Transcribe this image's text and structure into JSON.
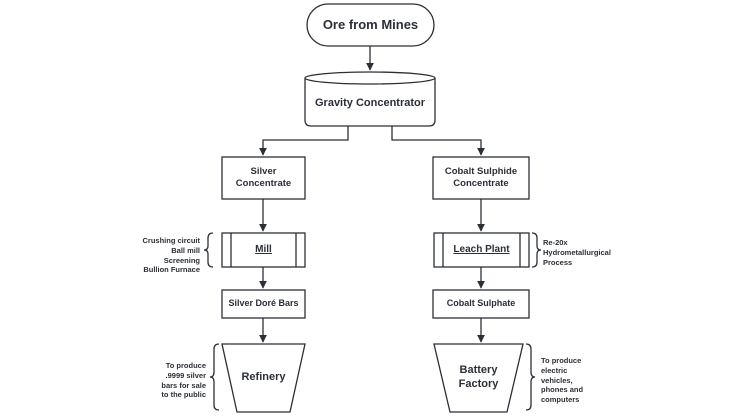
{
  "diagram": {
    "nodes": {
      "ore": "Ore from Mines",
      "gravity": "Gravity Concentrator",
      "silver_conc": "Silver\nConcentrate",
      "cobalt_conc": "Cobalt Sulphide\nConcentrate",
      "mill": "Mill",
      "leach": "Leach Plant",
      "silver_bars": "Silver Doré Bars",
      "cobalt_sulphate": "Cobalt Sulphate",
      "refinery": "Refinery",
      "battery": "Battery\nFactory"
    },
    "notes": {
      "mill_steps": "Crushing circuit\nBall mill\nScreening\nBullion Furnace",
      "leach_process": "Re-20x\nHydrometallurgical\nProcess",
      "refinery_purpose": "To produce\n.9999 silver\nbars for sale\nto the public",
      "battery_purpose": "To produce\nelectric\nvehicles,\nphones and\ncomputers"
    }
  }
}
